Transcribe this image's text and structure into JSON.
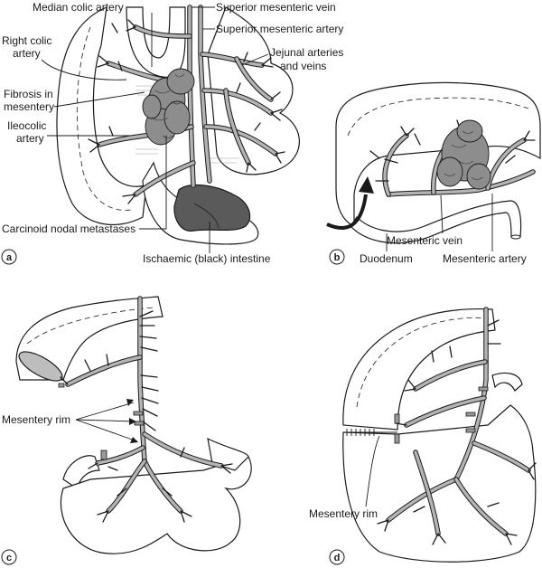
{
  "panels": [
    {
      "id": "a",
      "label": "a"
    },
    {
      "id": "b",
      "label": "b"
    },
    {
      "id": "c",
      "label": "c"
    },
    {
      "id": "d",
      "label": "d"
    }
  ],
  "labels": {
    "median_colic_artery": "Median colic artery",
    "superior_mesenteric_vein": "Superior mesenteric vein",
    "superior_mesenteric_artery": "Superior mesenteric artery",
    "right_colic_artery_1": "Right colic",
    "right_colic_artery_2": "artery",
    "jejunal_1": "Jejunal arteries",
    "jejunal_2": "and veins",
    "fibrosis_1": "Fibrosis in",
    "fibrosis_2": "mesentery",
    "ileocolic_1": "Ileocolic",
    "ileocolic_2": "artery",
    "carcinoid": "Carcinoid nodal metastases",
    "ischaemic": "Ischaemic (black) intestine",
    "duodenum": "Duodenum",
    "mesenteric_vein": "Mesenteric vein",
    "mesenteric_artery": "Mesenteric artery",
    "mesentery_rim_c": "Mesentery rim",
    "mesentery_rim_d": "Mesentery rim"
  }
}
